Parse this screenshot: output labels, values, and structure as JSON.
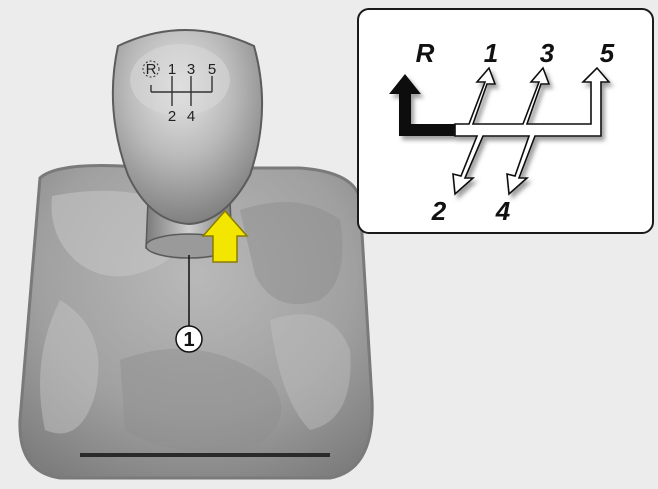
{
  "knob": {
    "top_labels": [
      "R",
      "1",
      "3",
      "5"
    ],
    "bottom_labels": [
      "2",
      "4"
    ]
  },
  "callout": {
    "number": "1"
  },
  "inset": {
    "top_labels": [
      "R",
      "1",
      "3",
      "5"
    ],
    "bottom_labels": [
      "2",
      "4"
    ]
  },
  "colors": {
    "background": "#ececec",
    "arrow_yellow": "#f3e600",
    "boot_gray": "#a9a9a9",
    "inset_border": "#1a1a1a"
  },
  "icons": [
    "up-arrow-icon",
    "shift-pattern-icon"
  ]
}
